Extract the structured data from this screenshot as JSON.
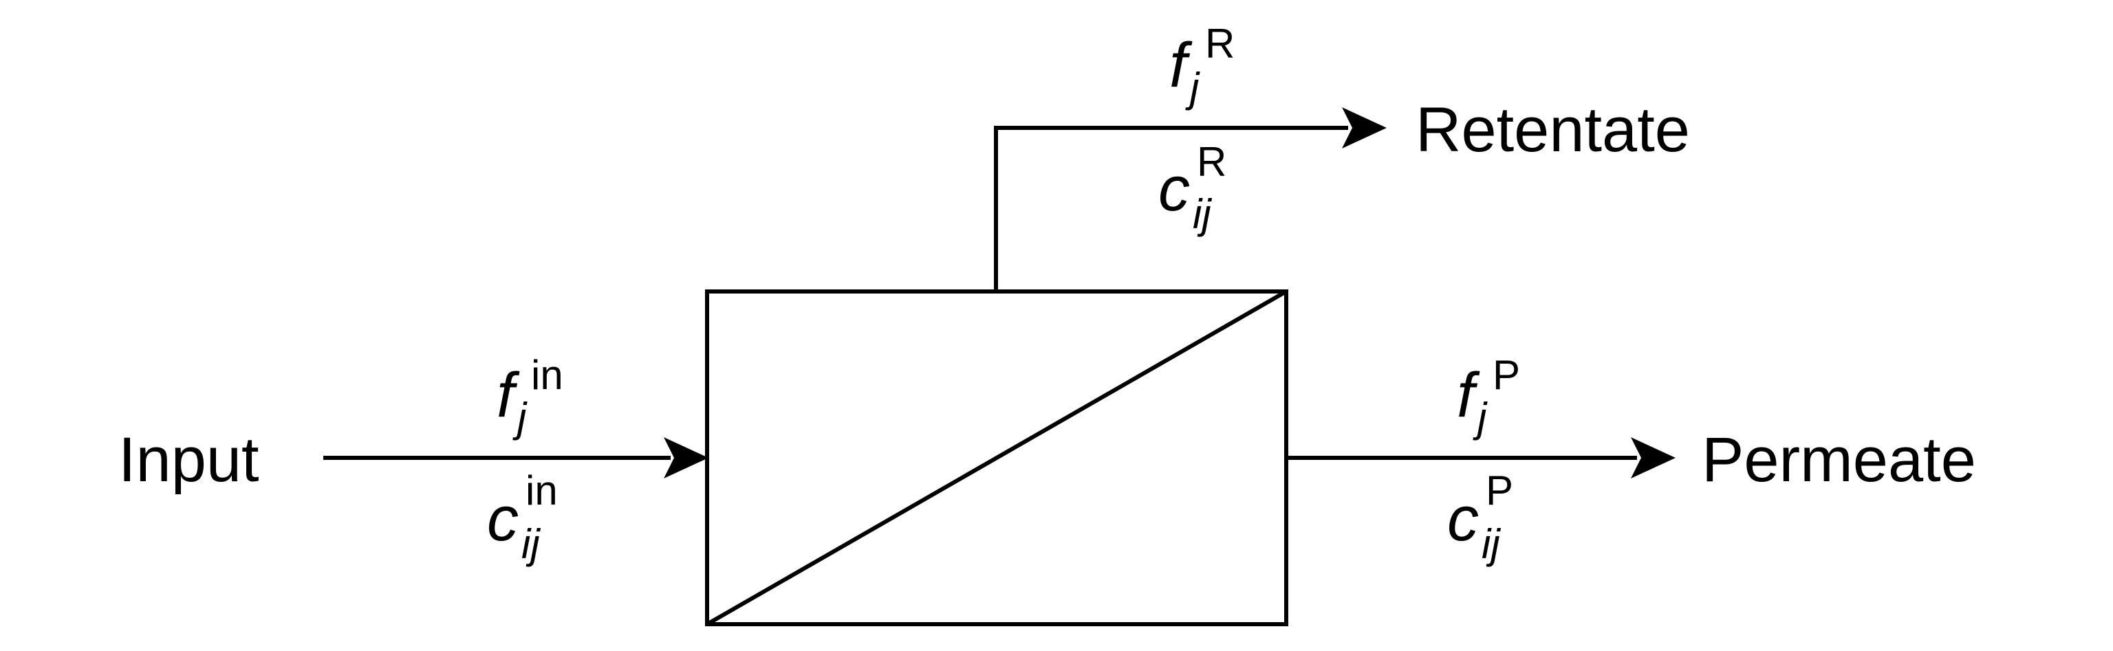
{
  "labels": {
    "input": "Input",
    "retentate": "Retentate",
    "permeate": "Permeate"
  },
  "streams": {
    "input": {
      "flow_symbol": "f",
      "flow_sub": "j",
      "flow_sup": "in",
      "conc_symbol": "c",
      "conc_sub": "ij",
      "conc_sup": "in"
    },
    "retentate": {
      "flow_symbol": "f",
      "flow_sub": "j",
      "flow_sup": "R",
      "conc_symbol": "c",
      "conc_sub": "ij",
      "conc_sup": "R"
    },
    "permeate": {
      "flow_symbol": "f",
      "flow_sub": "j",
      "flow_sup": "P",
      "conc_symbol": "c",
      "conc_sub": "ij",
      "conc_sup": "P"
    }
  },
  "colors": {
    "line": "#000000",
    "background": "#ffffff"
  }
}
